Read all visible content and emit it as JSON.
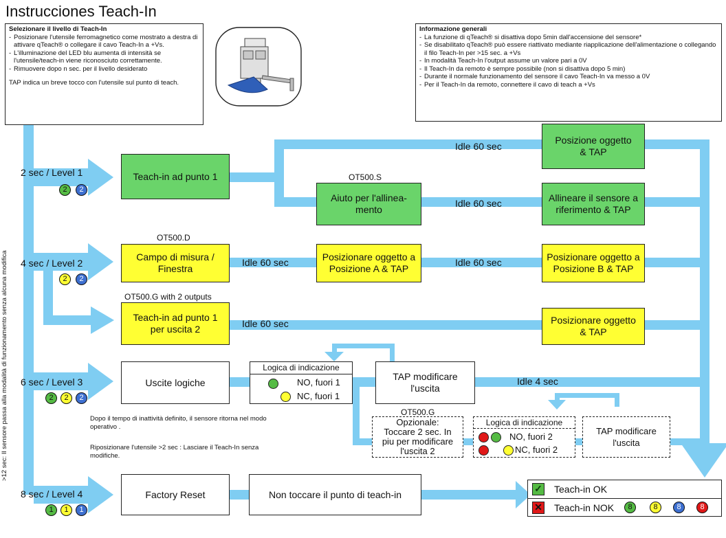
{
  "title": "Instrucciones Teach-In",
  "left_note": {
    "heading": "Selezionare il livello di Teach-In",
    "items": [
      "Posizionare l'utensile ferromagnetico come mostrato a destra di attivare qTeach® o collegare il cavo Teach-In a +Vs.",
      "L'illuminazione del LED blu aumenta di intensità se l'utensile/teach-in viene riconosciuto correttamente.",
      "Rimuovere dopo n sec. per il livello desiderato"
    ],
    "tap_text": "TAP indica un breve tocco con l'utensile sul punto di teach."
  },
  "right_note": {
    "heading": "Informazione generali",
    "items": [
      "La funzione di qTeach® si disattiva dopo 5min dall'accensione del sensore*",
      "Se disabilitato qTeach® può essere riattivato mediante riapplicazione dell'alimentazione o collegando il filo Teach-In per >15 sec. a +Vs",
      "In modalità Teach-In l'output assume un valore pari a 0V",
      "Il Teach-In da remoto è sempre possibile (non si disattiva dopo 5 min)",
      "Durante il normale funzionamento del sensore il cavo Teach-In va messo a 0V",
      "Per il Teach-In da remoto, connettere il cavo di teach a +Vs"
    ]
  },
  "vertical_note": ">12 sec: Il sensore passa alla modalità di funzionamento senza alcuna modifica",
  "levels": [
    {
      "label": "2 sec / Level 1",
      "circles": [
        "2",
        "2"
      ]
    },
    {
      "label": "4 sec / Level 2",
      "circles": [
        "2",
        "2"
      ]
    },
    {
      "label": "6 sec / Level 3",
      "circles": [
        "2",
        "2",
        "2"
      ]
    },
    {
      "label": "8 sec / Level 4",
      "circles": [
        "1",
        "1",
        "1"
      ]
    }
  ],
  "model_labels": {
    "s": "OT500.S",
    "d": "OT500.D",
    "g2": "OT500.G with 2 outputs",
    "g": "OT500.G"
  },
  "boxes": {
    "teach1": "Teach-in ad punto 1",
    "pos_tap_top": "Posizione oggetto\n& TAP",
    "aiuto": "Aiuto per l'allinea-\nmento",
    "allineare": "Allineare il sensore a\nriferimento & TAP",
    "campo": "Campo di misura /\nFinestra",
    "pos_a": "Posizionare oggetto a\nPosizione A & TAP",
    "pos_b": "Posizionare oggetto a\nPosizione B & TAP",
    "teach_out2": "Teach-in ad punto 1\nper uscita 2",
    "pos_tap_mid": "Posizionare oggetto\n& TAP",
    "uscite": "Uscite logiche",
    "tap_mod1": "TAP modificare\nl'uscita",
    "opzionale": "Opzionale:\nToccare 2 sec. In\npiu per modificare\nl'uscita 2",
    "tap_mod2": "TAP modificare\nl'uscita",
    "factory": "Factory Reset",
    "non_toccare": "Non toccare il punto di teach-in"
  },
  "idle": {
    "i1": "Idle 60 sec",
    "i2": "Idle 60 sec",
    "i3": "Idle 60 sec",
    "i4": "Idle 60 sec",
    "i5": "Idle 60 sec",
    "i6": "Idle 4 sec"
  },
  "logic1": {
    "title": "Logica di indicazione",
    "no": "NO, fuori 1",
    "nc": "NC, fuori 1"
  },
  "logic2": {
    "title": "Logica di indicazione",
    "no": "NO, fuori 2",
    "nc": "NC, fuori 2"
  },
  "after_note": "Dopo il tempo di inattività definito, il sensore ritorna nel modo operativo .",
  "reposition_note": "Riposizionare l'utensile >2 sec : Lasciare il Teach-In senza modifiche.",
  "result": {
    "ok": "Teach-in OK",
    "nok": "Teach-in NOK",
    "nok_circles": [
      "8",
      "8",
      "8",
      "8"
    ]
  },
  "colors": {
    "arrow": "#7fcdf2",
    "green": "#6ad46a",
    "yellow": "#ffff33",
    "blue_led": "#3d6fd0",
    "red_led": "#e01818"
  }
}
